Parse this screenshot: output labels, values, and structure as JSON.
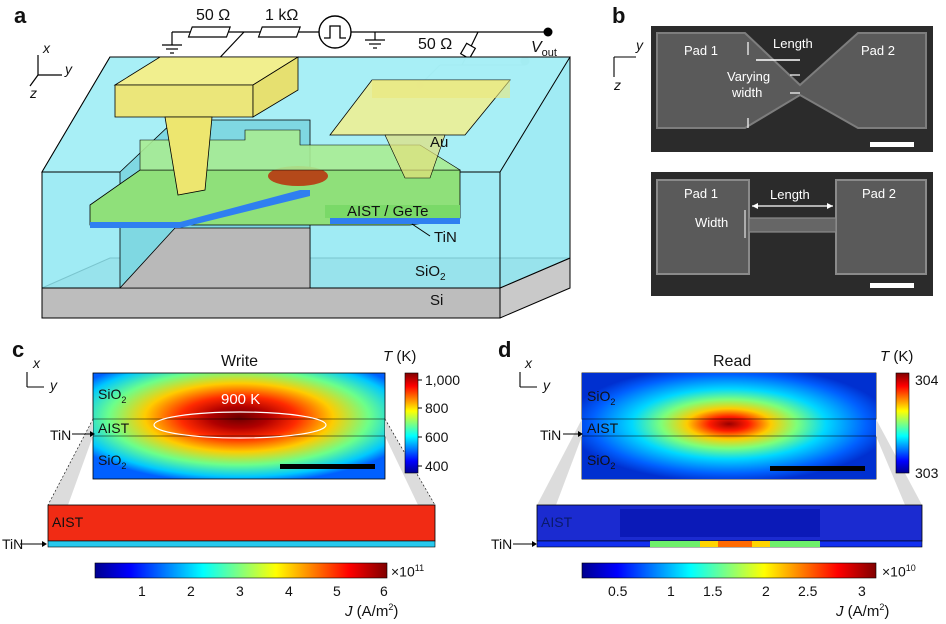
{
  "panels": {
    "a": "a",
    "b": "b",
    "c": "c",
    "d": "d"
  },
  "panel_a": {
    "resistor_1": "50 Ω",
    "resistor_2": "1 kΩ",
    "resistor_3": "50 Ω",
    "vout": "V",
    "vout_sub": "out",
    "axes": {
      "x": "x",
      "y": "y",
      "z": "z"
    },
    "layers": {
      "au": "Au",
      "aist_gete": "AIST / GeTe",
      "tin": "TiN",
      "sio2": "SiO",
      "sio2_sub": "2",
      "si": "Si"
    }
  },
  "panel_b": {
    "axes": {
      "y": "y",
      "z": "z"
    },
    "top": {
      "pad1": "Pad 1",
      "pad2": "Pad 2",
      "length": "Length",
      "varying": "Varying",
      "width": "width"
    },
    "bottom": {
      "pad1": "Pad 1",
      "pad2": "Pad 2",
      "length": "Length",
      "width": "Width"
    }
  },
  "panel_c": {
    "title": "Write",
    "axes": {
      "x": "x",
      "y": "y"
    },
    "contour": "900 K",
    "sio2_top": "SiO",
    "aist": "AIST",
    "sio2_bottom": "SiO",
    "sub2": "2",
    "tin": "TiN",
    "zoom_aist": "AIST",
    "zoom_tin": "TiN",
    "temp_unit_label": "T",
    "temp_unit": "(K)",
    "temp_ticks": [
      "1,000",
      "800",
      "600",
      "400"
    ],
    "j_ticks": [
      "1",
      "2",
      "3",
      "4",
      "5",
      "6"
    ],
    "j_exp": "×10",
    "j_exp_sup": "11",
    "j_label": "J",
    "j_unit": "(A/m",
    "j_unit_sup": "2",
    "j_unit_end": ")",
    "colors": {
      "hot": "#c41a0f",
      "cold": "#1a3fd8"
    }
  },
  "panel_d": {
    "title": "Read",
    "axes": {
      "x": "x",
      "y": "y"
    },
    "sio2_top": "SiO",
    "aist": "AIST",
    "sio2_bottom": "SiO",
    "sub2": "2",
    "tin": "TiN",
    "zoom_aist": "AIST",
    "zoom_tin": "TiN",
    "temp_unit_label": "T",
    "temp_unit": "(K)",
    "temp_ticks": [
      "304",
      "303"
    ],
    "j_ticks": [
      "0.5",
      "1",
      "1.5",
      "2",
      "2.5",
      "3"
    ],
    "j_exp": "×10",
    "j_exp_sup": "10",
    "j_label": "J",
    "j_unit": "(A/m",
    "j_unit_sup": "2",
    "j_unit_end": ")"
  }
}
